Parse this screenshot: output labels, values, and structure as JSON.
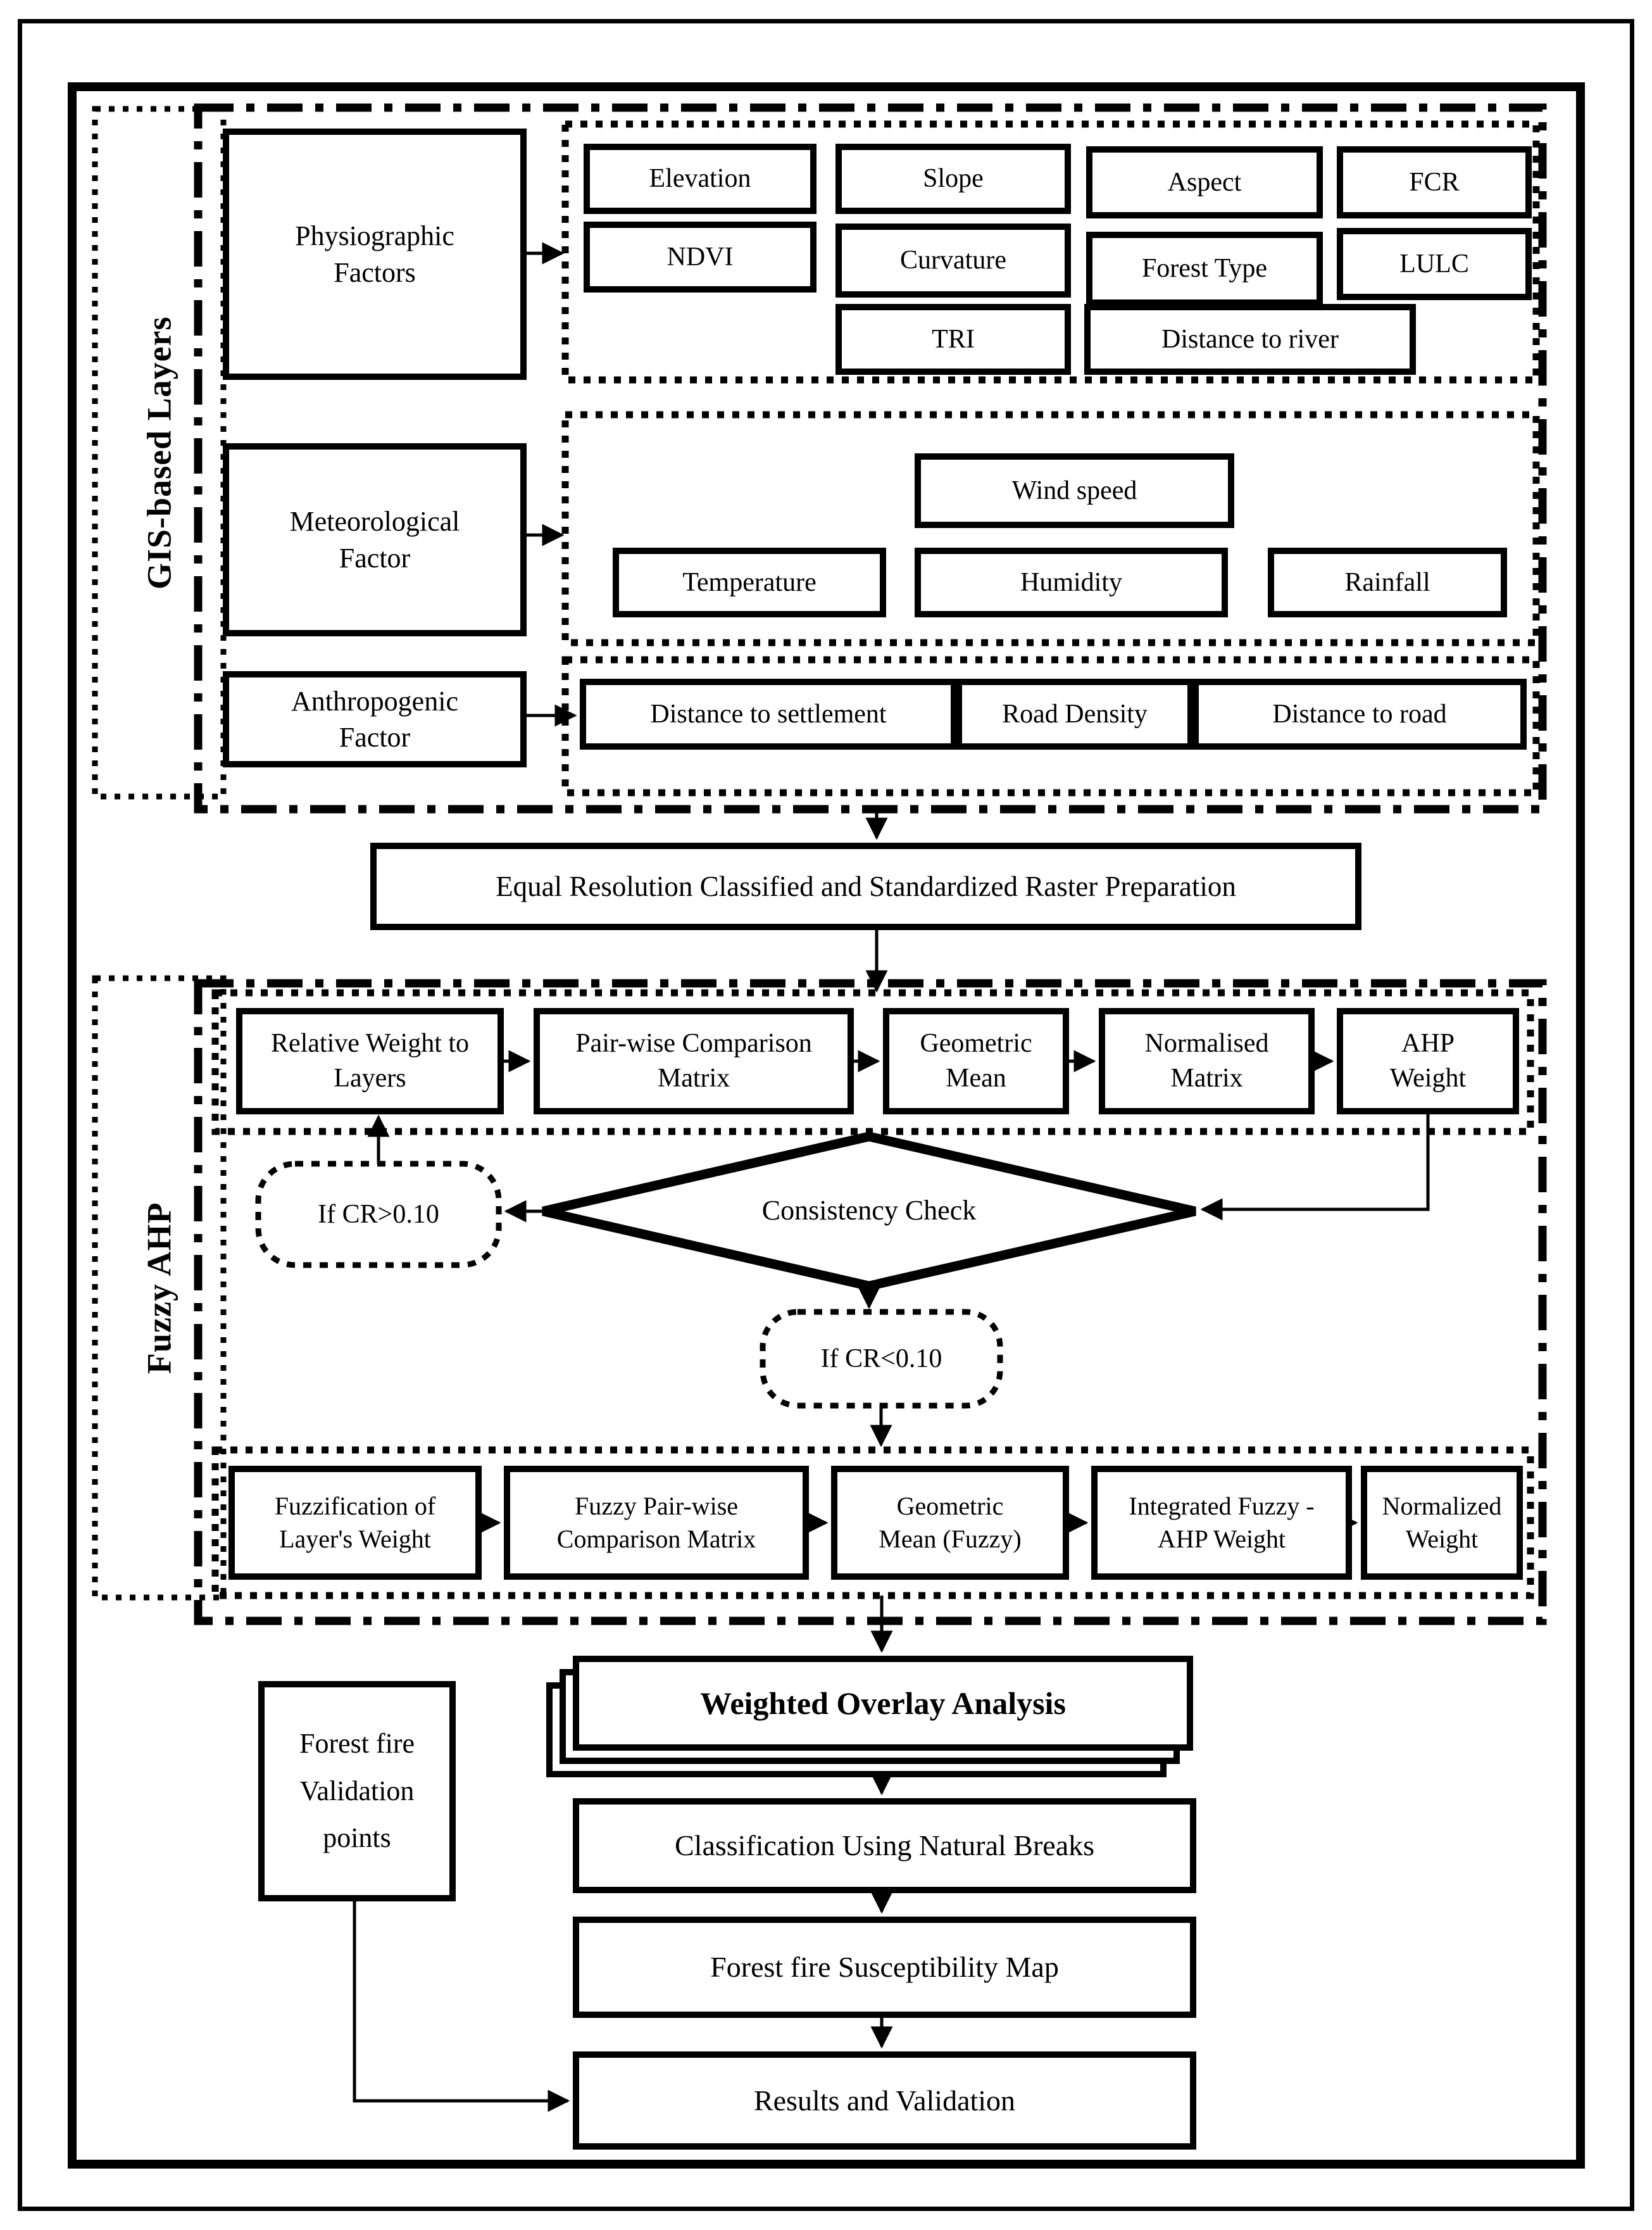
{
  "colors": {
    "ink": "#000000",
    "paper": "#ffffff"
  },
  "gis": {
    "label": "GIS-based Layers",
    "physiographic": {
      "title": "Physiographic Factors",
      "items": [
        "Elevation",
        "Slope",
        "Aspect",
        "FCR",
        "NDVI",
        "Curvature",
        "Forest Type",
        "LULC",
        "TRI",
        "Distance to river"
      ]
    },
    "meteorological": {
      "title": "Meteorological Factor",
      "top_item": "Wind speed",
      "items": [
        "Temperature",
        "Humidity",
        "Rainfall"
      ]
    },
    "anthropogenic": {
      "title": "Anthropogenic Factor",
      "items": [
        "Distance to settlement",
        "Road Density",
        "Distance to road"
      ]
    }
  },
  "preparation": {
    "label": "Equal Resolution Classified and Standardized Raster Preparation"
  },
  "fuzzy": {
    "label": "Fuzzy AHP",
    "ahp_steps": [
      "Relative Weight to Layers",
      "Pair-wise Comparison Matrix",
      "Geometric Mean",
      "Normalised Matrix",
      "AHP Weight"
    ],
    "consistency_check": "Consistency Check",
    "cr_fail": "If CR>0.10",
    "cr_pass": "If CR<0.10",
    "fuzzy_steps": [
      "Fuzzification of Layer's Weight",
      "Fuzzy Pair-wise Comparison Matrix",
      "Geometric Mean (Fuzzy)",
      "Integrated Fuzzy -AHP Weight",
      "Normalized Weight"
    ]
  },
  "output": {
    "validation_points": "Forest fire Validation points",
    "weighted_overlay": "Weighted Overlay Analysis",
    "classification": "Classification Using Natural Breaks",
    "susceptibility_map": "Forest fire Susceptibility Map",
    "results": "Results and Validation"
  }
}
